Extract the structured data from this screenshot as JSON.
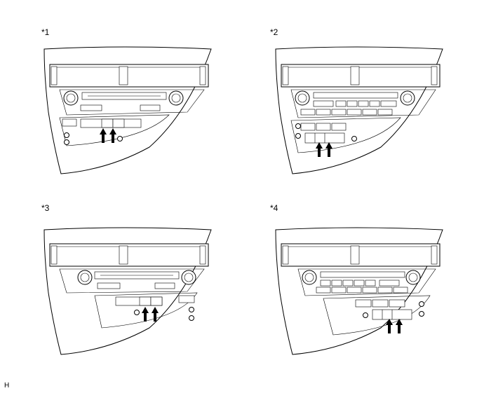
{
  "figures": [
    {
      "label": "*1",
      "variant": 1
    },
    {
      "label": "*2",
      "variant": 2
    },
    {
      "label": "*3",
      "variant": 3
    },
    {
      "label": "*4",
      "variant": 4
    }
  ],
  "footer_code": "H",
  "colors": {
    "line": "#000000",
    "background": "#ffffff"
  }
}
